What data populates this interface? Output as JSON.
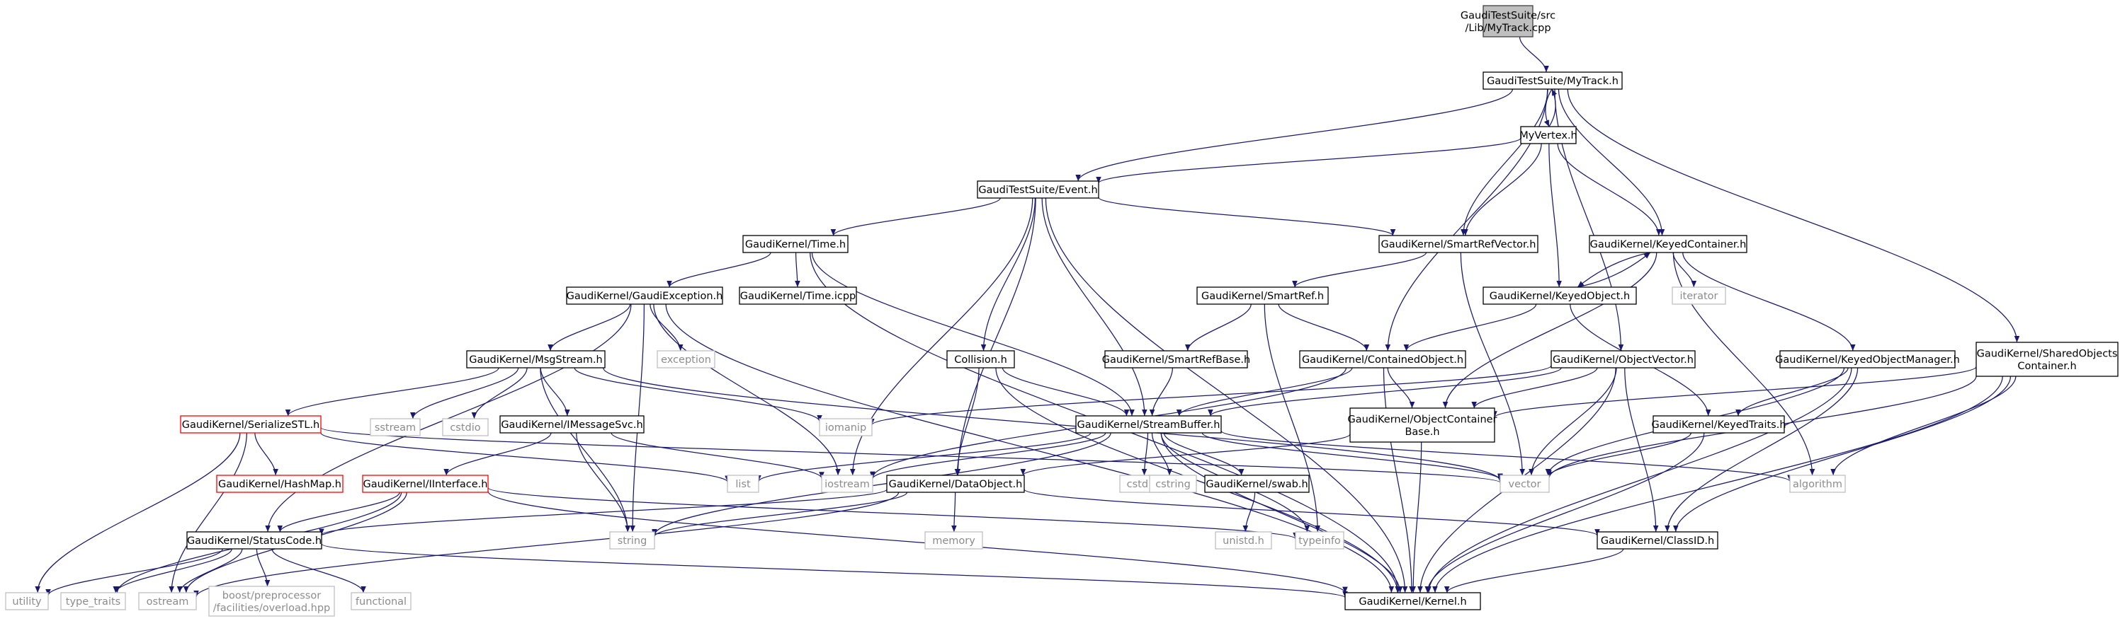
{
  "colors": {
    "edge": "#191970",
    "text": "#000000",
    "system_text": "#8c8c8c",
    "red_border": "#ff0000",
    "root_fill": "#bfbfbf"
  },
  "nodes": [
    {
      "id": "root",
      "style": "root",
      "lines": [
        "GaudiTestSuite/src",
        "/Lib/MyTrack.cpp"
      ]
    },
    {
      "id": "mytrack",
      "style": "normal",
      "lines": [
        "GaudiTestSuite/MyTrack.h"
      ]
    },
    {
      "id": "myvertex",
      "style": "normal",
      "lines": [
        "MyVertex.h"
      ]
    },
    {
      "id": "event",
      "style": "normal",
      "lines": [
        "GaudiTestSuite/Event.h"
      ]
    },
    {
      "id": "time",
      "style": "normal",
      "lines": [
        "GaudiKernel/Time.h"
      ]
    },
    {
      "id": "smartrefvector",
      "style": "normal",
      "lines": [
        "GaudiKernel/SmartRefVector.h"
      ]
    },
    {
      "id": "keyedcontainer",
      "style": "normal",
      "lines": [
        "GaudiKernel/KeyedContainer.h"
      ]
    },
    {
      "id": "gaudiexception",
      "style": "normal",
      "lines": [
        "GaudiKernel/GaudiException.h"
      ]
    },
    {
      "id": "timeicpp",
      "style": "normal",
      "lines": [
        "GaudiKernel/Time.icpp"
      ]
    },
    {
      "id": "smartref",
      "style": "normal",
      "lines": [
        "GaudiKernel/SmartRef.h"
      ]
    },
    {
      "id": "keyedobject",
      "style": "normal",
      "lines": [
        "GaudiKernel/KeyedObject.h"
      ]
    },
    {
      "id": "iterator",
      "style": "system",
      "lines": [
        "iterator"
      ]
    },
    {
      "id": "exception",
      "style": "system",
      "lines": [
        "exception"
      ]
    },
    {
      "id": "msgstream",
      "style": "normal",
      "lines": [
        "GaudiKernel/MsgStream.h"
      ]
    },
    {
      "id": "collision",
      "style": "normal",
      "lines": [
        "Collision.h"
      ]
    },
    {
      "id": "smartrefbase",
      "style": "normal",
      "lines": [
        "GaudiKernel/SmartRefBase.h"
      ]
    },
    {
      "id": "containedobject",
      "style": "normal",
      "lines": [
        "GaudiKernel/ContainedObject.h"
      ]
    },
    {
      "id": "objectvector",
      "style": "normal",
      "lines": [
        "GaudiKernel/ObjectVector.h"
      ]
    },
    {
      "id": "keyedobjectmanager",
      "style": "normal",
      "lines": [
        "GaudiKernel/KeyedObjectManager.h"
      ]
    },
    {
      "id": "sharedobjectscontainer",
      "style": "normal",
      "lines": [
        "GaudiKernel/SharedObjects",
        "Container.h"
      ]
    },
    {
      "id": "serializestl",
      "style": "red",
      "lines": [
        "GaudiKernel/SerializeSTL.h"
      ]
    },
    {
      "id": "sstream",
      "style": "system",
      "lines": [
        "sstream"
      ]
    },
    {
      "id": "cstdio",
      "style": "system",
      "lines": [
        "cstdio"
      ]
    },
    {
      "id": "imessagesvc",
      "style": "normal",
      "lines": [
        "GaudiKernel/IMessageSvc.h"
      ]
    },
    {
      "id": "iomanip",
      "style": "system",
      "lines": [
        "iomanip"
      ]
    },
    {
      "id": "streambuffer",
      "style": "normal",
      "lines": [
        "GaudiKernel/StreamBuffer.h"
      ]
    },
    {
      "id": "objectcontainerbase",
      "style": "normal",
      "lines": [
        "GaudiKernel/ObjectContainer",
        "Base.h"
      ]
    },
    {
      "id": "keyedtraits",
      "style": "normal",
      "lines": [
        "GaudiKernel/KeyedTraits.h"
      ]
    },
    {
      "id": "hashmap",
      "style": "red",
      "lines": [
        "GaudiKernel/HashMap.h"
      ]
    },
    {
      "id": "iinterface",
      "style": "red",
      "lines": [
        "GaudiKernel/IInterface.h"
      ]
    },
    {
      "id": "list",
      "style": "system",
      "lines": [
        "list"
      ]
    },
    {
      "id": "iostream",
      "style": "system",
      "lines": [
        "iostream"
      ]
    },
    {
      "id": "dataobject",
      "style": "normal",
      "lines": [
        "GaudiKernel/DataObject.h"
      ]
    },
    {
      "id": "cstdlib",
      "style": "system",
      "lines": [
        "cstdlib"
      ]
    },
    {
      "id": "cstring",
      "style": "system",
      "lines": [
        "cstring"
      ]
    },
    {
      "id": "swab",
      "style": "normal",
      "lines": [
        "GaudiKernel/swab.h"
      ]
    },
    {
      "id": "vector",
      "style": "system",
      "lines": [
        "vector"
      ]
    },
    {
      "id": "algorithm",
      "style": "system",
      "lines": [
        "algorithm"
      ]
    },
    {
      "id": "statuscode",
      "style": "normal",
      "lines": [
        "GaudiKernel/StatusCode.h"
      ]
    },
    {
      "id": "string",
      "style": "system",
      "lines": [
        "string"
      ]
    },
    {
      "id": "memory",
      "style": "system",
      "lines": [
        "memory"
      ]
    },
    {
      "id": "unistd",
      "style": "system",
      "lines": [
        "unistd.h"
      ]
    },
    {
      "id": "typeinfo",
      "style": "system",
      "lines": [
        "typeinfo"
      ]
    },
    {
      "id": "classid",
      "style": "normal",
      "lines": [
        "GaudiKernel/ClassID.h"
      ]
    },
    {
      "id": "utility",
      "style": "system",
      "lines": [
        "utility"
      ]
    },
    {
      "id": "type_traits",
      "style": "system",
      "lines": [
        "type_traits"
      ]
    },
    {
      "id": "ostream",
      "style": "system",
      "lines": [
        "ostream"
      ]
    },
    {
      "id": "boostoverload",
      "style": "system",
      "lines": [
        "boost/preprocessor",
        "/facilities/overload.hpp"
      ]
    },
    {
      "id": "functional",
      "style": "system",
      "lines": [
        "functional"
      ]
    },
    {
      "id": "kernel",
      "style": "normal",
      "lines": [
        "GaudiKernel/Kernel.h"
      ]
    }
  ]
}
